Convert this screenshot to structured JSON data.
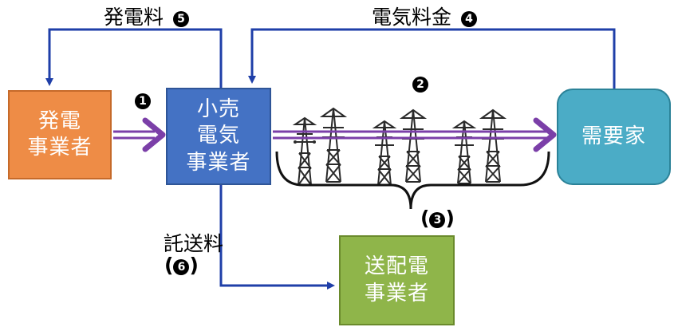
{
  "boxes": {
    "generator": [
      "発電",
      "事業者"
    ],
    "retailer": [
      "小売",
      "電気",
      "事業者"
    ],
    "consumer": [
      "需要家"
    ],
    "transmission": [
      "送配電",
      "事業者"
    ]
  },
  "labels": {
    "generation_fee": "発電料",
    "generation_fee_num": "5",
    "electricity_fee": "電気料金",
    "electricity_fee_num": "4",
    "wheeling_fee": "託送料",
    "wheeling_fee_num": "6",
    "step_1": "1",
    "step_2": "2",
    "step_3": "3"
  },
  "colors": {
    "generator": "#ee8c46",
    "retailer": "#4472c4",
    "consumer": "#4bacc6",
    "transmission": "#8fb54a",
    "money_arrow": "#1f3fa8",
    "power_arrow": "#7b3fa8"
  },
  "icons": [
    "transmission-tower-icon",
    "transmission-tower-icon",
    "transmission-tower-icon"
  ]
}
